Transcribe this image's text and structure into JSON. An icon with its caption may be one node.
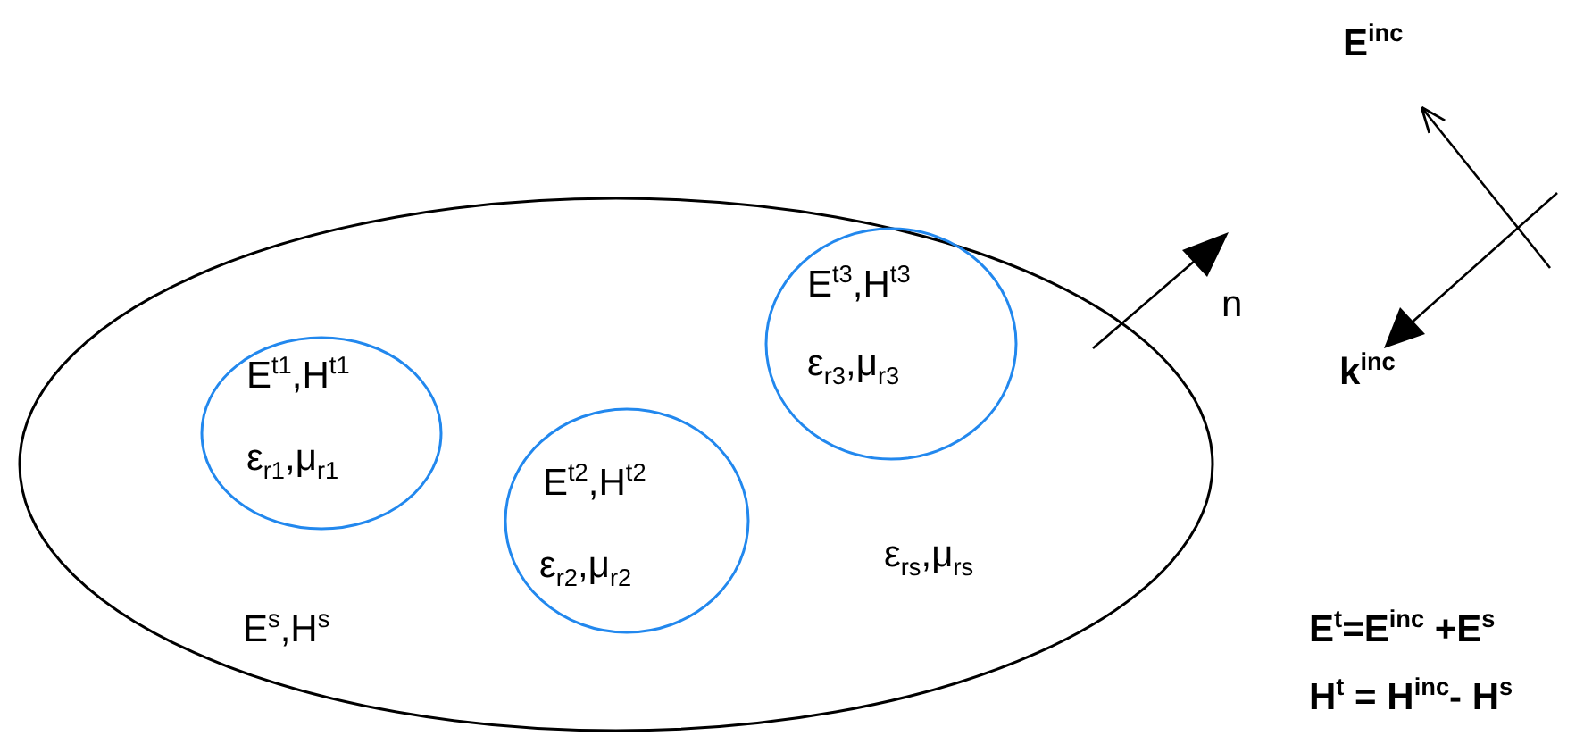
{
  "diagram": {
    "nodes": [
      {
        "text": [
          "ε$_{rs}$,μ$_{rs}$",
          "E$^{s}$,H$^{s}$"
        ]
      },
      {
        "text": [
          "E$^{t1}$,H$^{t1}$",
          "ε$_{r1}$,μ$_{r1}$"
        ],
        "in": 0
      },
      {
        "text": [
          "E$^{t2}$,H$^{t2}$",
          "ε$_{r2}$,μ$_{r2}$"
        ],
        "in": 0
      },
      {
        "text": [
          "E$^{t3}$,H$^{t3}$",
          "ε$_{r3}$,μ$_{r3}$"
        ],
        "in": 0
      }
    ],
    "edges": [],
    "labels": [
      "E$^{inc}$",
      "n",
      "k$^{inc}$",
      "E$^{t}$=E$^{inc}$ +E$^{s}$",
      "H$^{t}$ = H$^{inc}$- H$^{s}$"
    ]
  }
}
